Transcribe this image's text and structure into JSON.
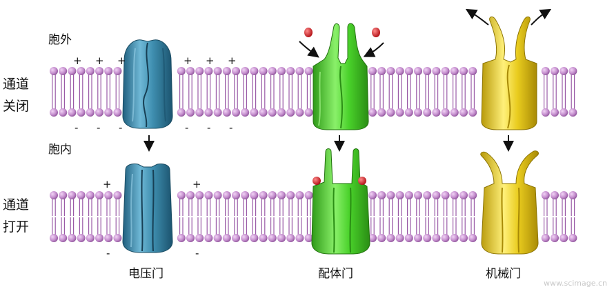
{
  "side_labels": {
    "outside": "胞外",
    "inside": "胞内",
    "closed_line1": "通道",
    "closed_line2": "关闭",
    "open_line1": "通道",
    "open_line2": "打开"
  },
  "channel_captions": {
    "voltage": "电压门",
    "ligand": "配体门",
    "mechanical": "机械门"
  },
  "charges": {
    "positive": "+",
    "negative": "-"
  },
  "colors": {
    "membrane": "#c58fce",
    "membrane_dark": "#9a5aa6",
    "voltage_channel": "#3f8fb0",
    "ligand_channel": "#49d12a",
    "mechanical_channel": "#e9cc1e",
    "ligand_molecule": "#d10f16"
  },
  "icons": {
    "transition": "arrow-down-icon",
    "ligand": "ligand-molecule-icon",
    "tension": "curved-arrow-icon"
  },
  "watermark": "www.scimage.cn"
}
